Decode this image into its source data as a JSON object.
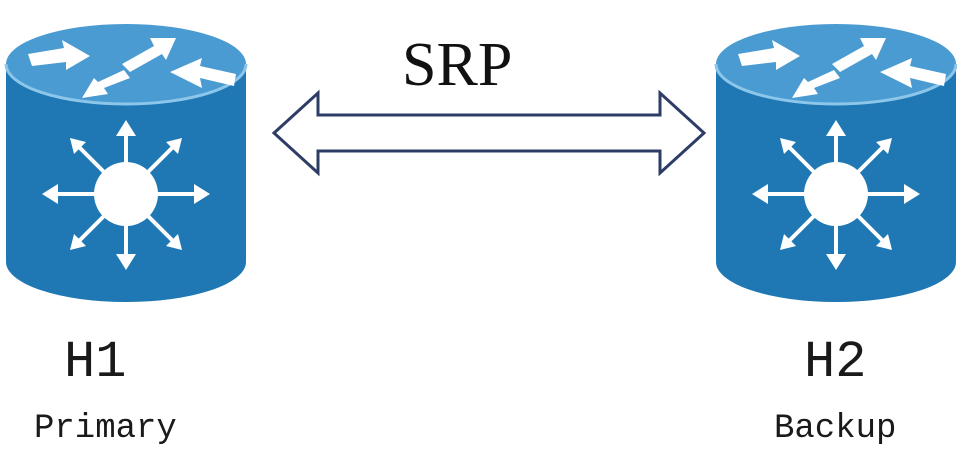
{
  "link": {
    "label": "SRP",
    "arrow_color": "#2e3d66"
  },
  "devices": [
    {
      "id": "h1",
      "name": "H1",
      "role": "Primary",
      "icon": "layer3-switch-icon",
      "body_color": "#1f78b3",
      "top_color": "#4a9bd1",
      "edge_color": "#8cc6ea",
      "glyph_color": "#ffffff"
    },
    {
      "id": "h2",
      "name": "H2",
      "role": "Backup",
      "icon": "layer3-switch-icon",
      "body_color": "#1f78b3",
      "top_color": "#4a9bd1",
      "edge_color": "#8cc6ea",
      "glyph_color": "#ffffff"
    }
  ]
}
